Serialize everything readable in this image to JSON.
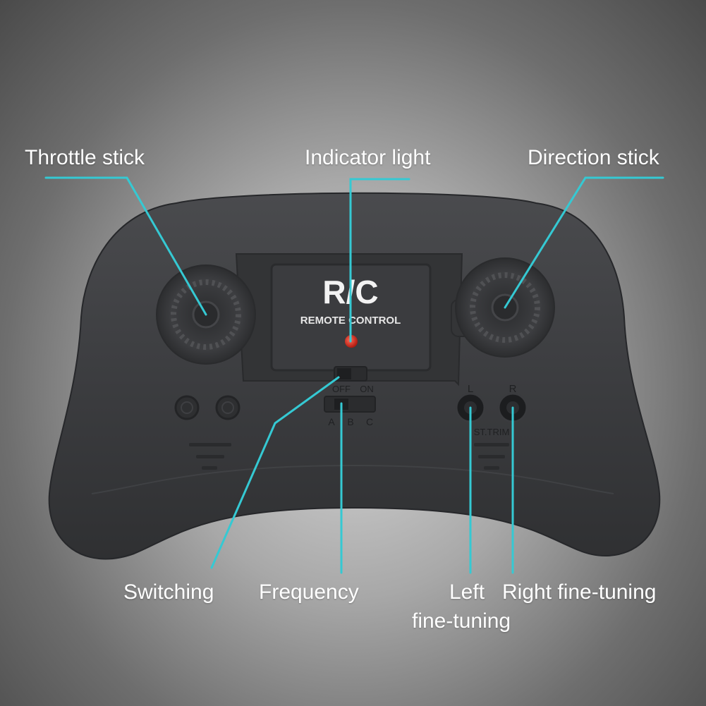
{
  "colors": {
    "leader_line": "#35c9d3",
    "label_text": "#ffffff",
    "controller_body": "#3a3b3d",
    "indicator": "#d42a1c"
  },
  "device": {
    "brand": "R/C",
    "subtitle": "REMOTE CONTROL",
    "switch_off": "OFF",
    "switch_on": "ON",
    "freq_a": "A",
    "freq_b": "B",
    "freq_c": "C",
    "trim_l": "L",
    "trim_r": "R",
    "trim_label": "ST.TRIM"
  },
  "callouts": {
    "throttle": "Throttle stick",
    "indicator": "Indicator light",
    "direction": "Direction stick",
    "switching": "Switching",
    "frequency": "Frequency",
    "left_line1": "Left",
    "left_line2": "fine-tuning",
    "right": "Right fine-tuning"
  }
}
